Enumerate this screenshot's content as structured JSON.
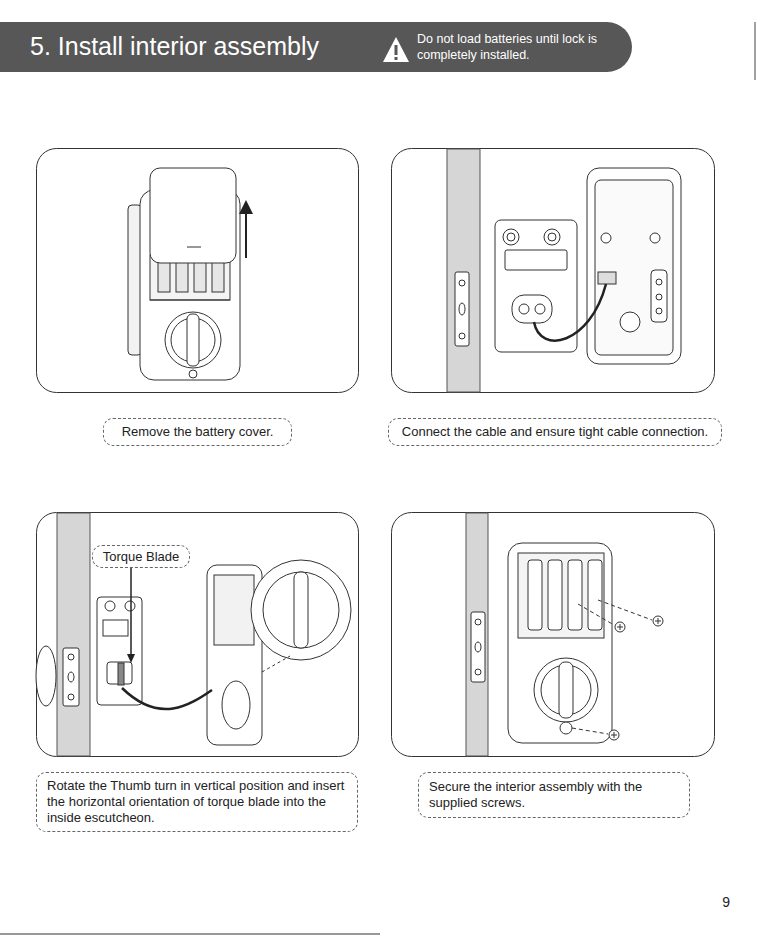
{
  "diagram": {
    "title": "5. Install interior assembly",
    "nodes": [
      {
        "text": [
          "Remove the battery cover."
        ]
      },
      {
        "text": [
          "Connect the cable and ensure tight cable connection."
        ]
      },
      {
        "text": [
          "Torque Blade"
        ]
      },
      {
        "text": [
          "Rotate the Thumb turn in vertical position and insert the horizontal orientation of torque blade into the inside escutcheon."
        ]
      },
      {
        "text": [
          "Secure the interior assembly with the supplied screws."
        ]
      }
    ],
    "labels": [
      "Do not load batteries until lock is completely installed.",
      "9"
    ]
  }
}
